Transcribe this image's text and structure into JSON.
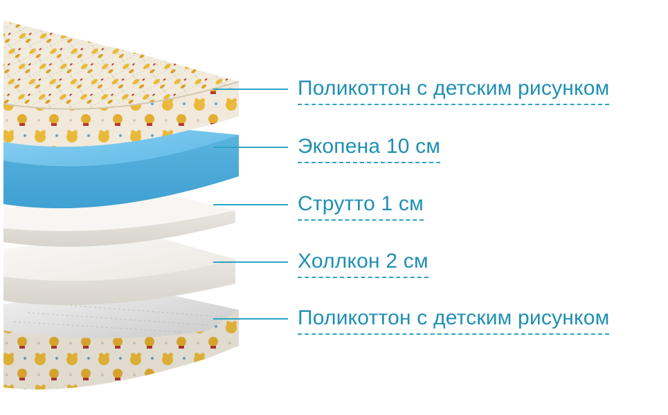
{
  "layers": [
    {
      "label": "Поликоттон с детским рисунком"
    },
    {
      "label": "Экопена 10 см"
    },
    {
      "label": "Струтто 1 см"
    },
    {
      "label": "Холлкон 2 см"
    },
    {
      "label": "Поликоттон с детским рисунком"
    }
  ],
  "colors": {
    "accent": "#2aa4c4",
    "label": "#1f8fb3",
    "foam": "#6fc3ea",
    "white_layer": "#f4f2ee",
    "fabric": "#f1ebdd",
    "print_yellow": "#e9b93a"
  }
}
